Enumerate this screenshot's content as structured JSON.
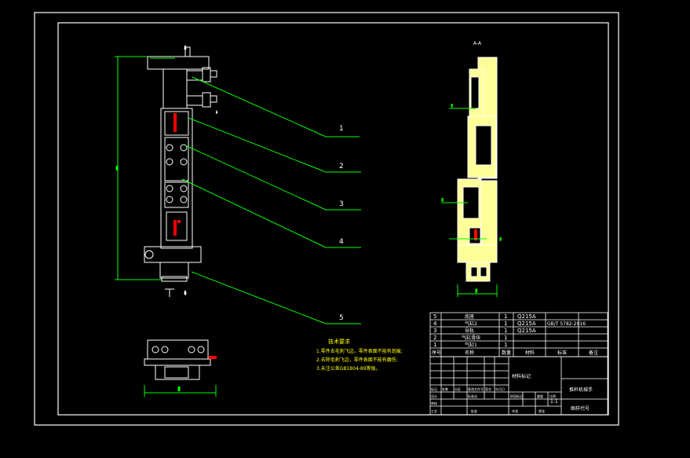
{
  "section_label": "A-A",
  "balloons": [
    "1",
    "2",
    "3",
    "4",
    "5"
  ],
  "dims": {
    "left_height": "▮",
    "bottom_width": "▮",
    "right_width": "▮",
    "right_label_1": "▮",
    "right_label_2": "▮",
    "right_label_3": "▮"
  },
  "notes": {
    "title": "技术要求",
    "line1": "1.零件去毛刺飞边，零件表面不能有划痕;",
    "line2": "2.去除毛刺飞边，零件表面不能有磨伤;",
    "line3": "3.未注公差GB1804-89等级。"
  },
  "bom": [
    {
      "no": "5",
      "name": "底座",
      "qty": "1",
      "material": "Q215A",
      "std": ""
    },
    {
      "no": "4",
      "name": "气缸2",
      "qty": "1",
      "material": "Q215A",
      "std": "GB/T 5782-2016"
    },
    {
      "no": "3",
      "name": "导轨",
      "qty": "1",
      "material": "Q215A",
      "std": ""
    },
    {
      "no": "2",
      "name": "气缸滑块",
      "qty": "1",
      "material": "",
      "std": ""
    },
    {
      "no": "1",
      "name": "气缸1",
      "qty": "1",
      "material": "",
      "std": ""
    }
  ],
  "bom_header": {
    "no": "序号",
    "name": "名称",
    "qty": "数量",
    "material": "材料",
    "std": "标准",
    "remark": "备注"
  },
  "title_block": {
    "material_mark": "材料标记",
    "drawing_name": "推杆机械手",
    "drawing_no": "图样代号",
    "scale": "1:1",
    "r1": [
      "标记",
      "处数",
      "分区",
      "更改文件号",
      "签名",
      "年月日"
    ],
    "r2": [
      "设计",
      "",
      "标准化",
      "",
      "阶段标记",
      "重量",
      "比例"
    ],
    "r3": [
      "审核"
    ],
    "r4": [
      "工艺",
      "",
      "批准",
      "",
      "共张",
      "第张"
    ]
  },
  "colors": {
    "frame": "#ffffff",
    "dimension": "#00ff00",
    "section_fill": "#ffff99",
    "accent": "#ff0000"
  }
}
